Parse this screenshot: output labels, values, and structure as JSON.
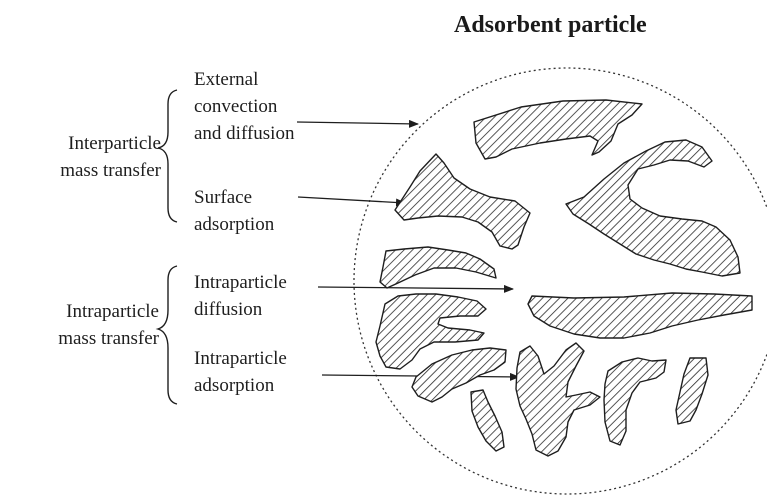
{
  "title": "Adsorbent particle",
  "groups": {
    "interparticle": {
      "line1": "Interparticle",
      "line2": "mass transfer"
    },
    "intraparticle": {
      "line1": "Intraparticle",
      "line2": "mass transfer"
    }
  },
  "processes": {
    "external": {
      "line1": "External",
      "line2": "convection",
      "line3": "and diffusion"
    },
    "surface": {
      "line1": "Surface",
      "line2": "adsorption"
    },
    "intra_diffusion": {
      "line1": "Intraparticle",
      "line2": "diffusion"
    },
    "intra_adsorption": {
      "line1": "Intraparticle",
      "line2": "adsorption"
    }
  },
  "colors": {
    "ink": "#1e1e1e",
    "hatch": "#2a2a2a",
    "background": "#ffffff"
  }
}
